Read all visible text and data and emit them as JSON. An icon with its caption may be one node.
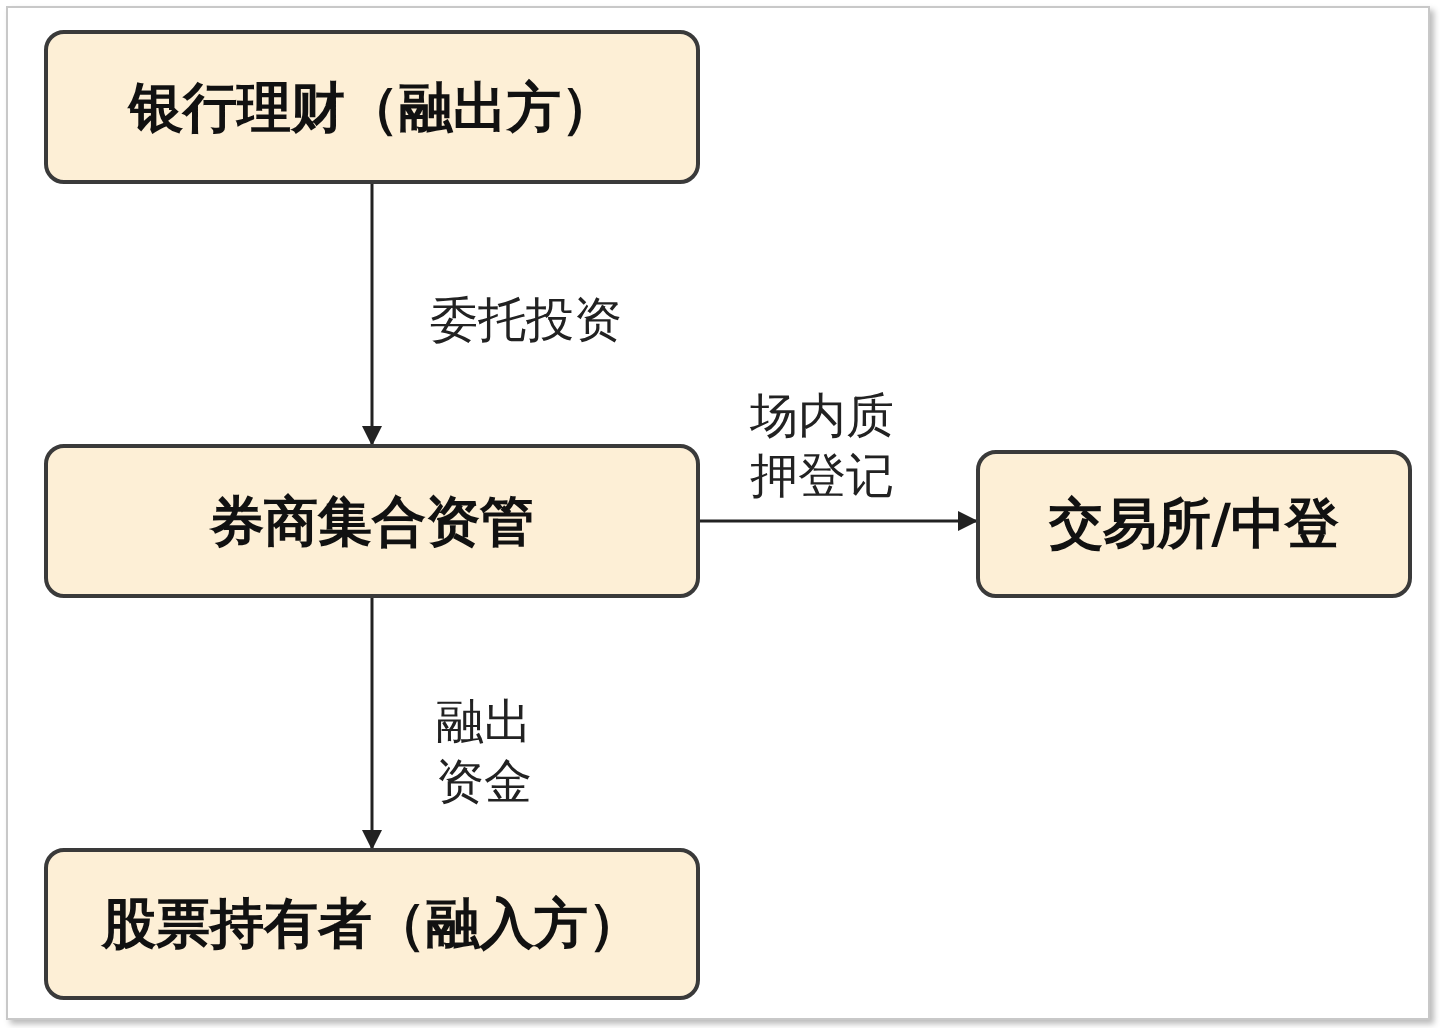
{
  "diagram": {
    "nodes": [
      {
        "text": [
          "银行理财（融出方）"
        ]
      },
      {
        "text": [
          "券商集合资管"
        ]
      },
      {
        "text": [
          "交易所/中登"
        ]
      },
      {
        "text": [
          "股票持有者（融入方）"
        ]
      }
    ],
    "edges": [
      {
        "from": 0,
        "to": 1,
        "arrow": "to",
        "label": "委托投资"
      },
      {
        "from": 1,
        "to": 2,
        "arrow": "to",
        "label": "场内质押登记"
      },
      {
        "from": 1,
        "to": 3,
        "arrow": "to",
        "label": "融出资金"
      }
    ]
  }
}
